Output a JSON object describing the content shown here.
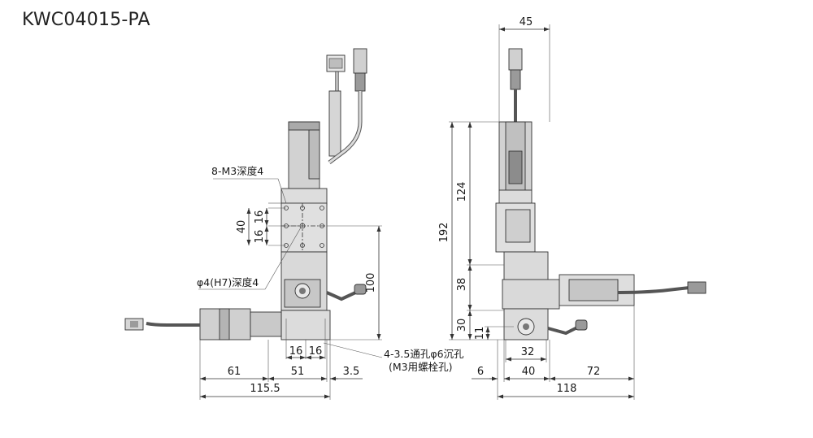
{
  "title": "KWC04015-PA",
  "front_view": {
    "dimensions": {
      "d16a": "16",
      "d16b": "16",
      "d40": "40",
      "d100": "100",
      "d16c": "16",
      "d16d": "16",
      "d61": "61",
      "d51": "51",
      "d3_5": "3.5",
      "d115_5": "115.5"
    },
    "notes": {
      "m3": "8-M3深度4",
      "phi4": "φ4(H7)深度4",
      "holes_line1": "4-3.5通孔φ6沉孔",
      "holes_line2": "(M3用螺栓孔)"
    }
  },
  "side_view": {
    "dimensions": {
      "d45": "45",
      "d192": "192",
      "d124": "124",
      "d38": "38",
      "d30": "30",
      "d11": "11",
      "d32": "32",
      "d6": "6",
      "d40": "40",
      "d72": "72",
      "d118": "118"
    }
  },
  "colors": {
    "body": "#d9d9d9",
    "dark": "#8a8a8a",
    "line": "#333333"
  }
}
